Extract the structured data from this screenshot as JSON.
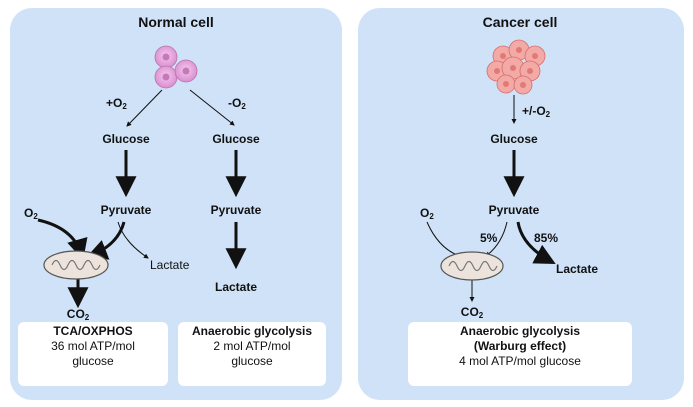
{
  "normal": {
    "title": "Normal cell",
    "plus_o2": "+O",
    "minus_o2": "-O",
    "glucose_left": "Glucose",
    "glucose_right": "Glucose",
    "pyruvate_left": "Pyruvate",
    "pyruvate_right": "Pyruvate",
    "o2": "O",
    "lactate_small": "Lactate",
    "lactate_right": "Lactate",
    "co2": "CO",
    "box_left": {
      "title": "TCA/OXPHOS",
      "line1": "36 mol ATP/mol",
      "line2": "glucose"
    },
    "box_right": {
      "title": "Anaerobic glycolysis",
      "line1": "2 mol ATP/mol",
      "line2": "glucose"
    }
  },
  "cancer": {
    "title": "Cancer cell",
    "plus_minus_o2": "+/-O",
    "glucose": "Glucose",
    "pyruvate": "Pyruvate",
    "o2": "O",
    "pct_5": "5%",
    "pct_85": "85%",
    "lactate": "Lactate",
    "co2": "CO",
    "box": {
      "title": "Anaerobic glycolysis",
      "subtitle": "(Warburg effect)",
      "line1": "4 mol ATP/mol glucose"
    }
  },
  "subscript_2": "2",
  "colors": {
    "panel": "#cfe2f7",
    "normal_cell": "#e7a6dc",
    "cancer_cell": "#ef8f8f",
    "mito_fill": "#ece4dc",
    "arrow": "#111111"
  }
}
